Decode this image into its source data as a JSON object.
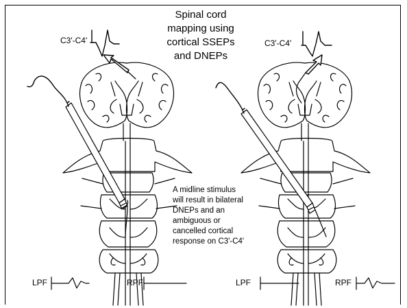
{
  "title": "Spinal cord\nmapping using\ncortical SSEPs\nand DNEPs",
  "note": "A midline stimulus\nwill result in bilateral\nDNEPs and an\nambiguous or\ncancelled cortical\nresponse on C3'-C4'",
  "left_panel": {
    "cortical_label": "C3'-C4'",
    "lpf_label": "LPF",
    "rpf_label": "RPF"
  },
  "right_panel": {
    "cortical_label": "C3'-C4'",
    "lpf_label": "LPF",
    "rpf_label": "RPF"
  }
}
